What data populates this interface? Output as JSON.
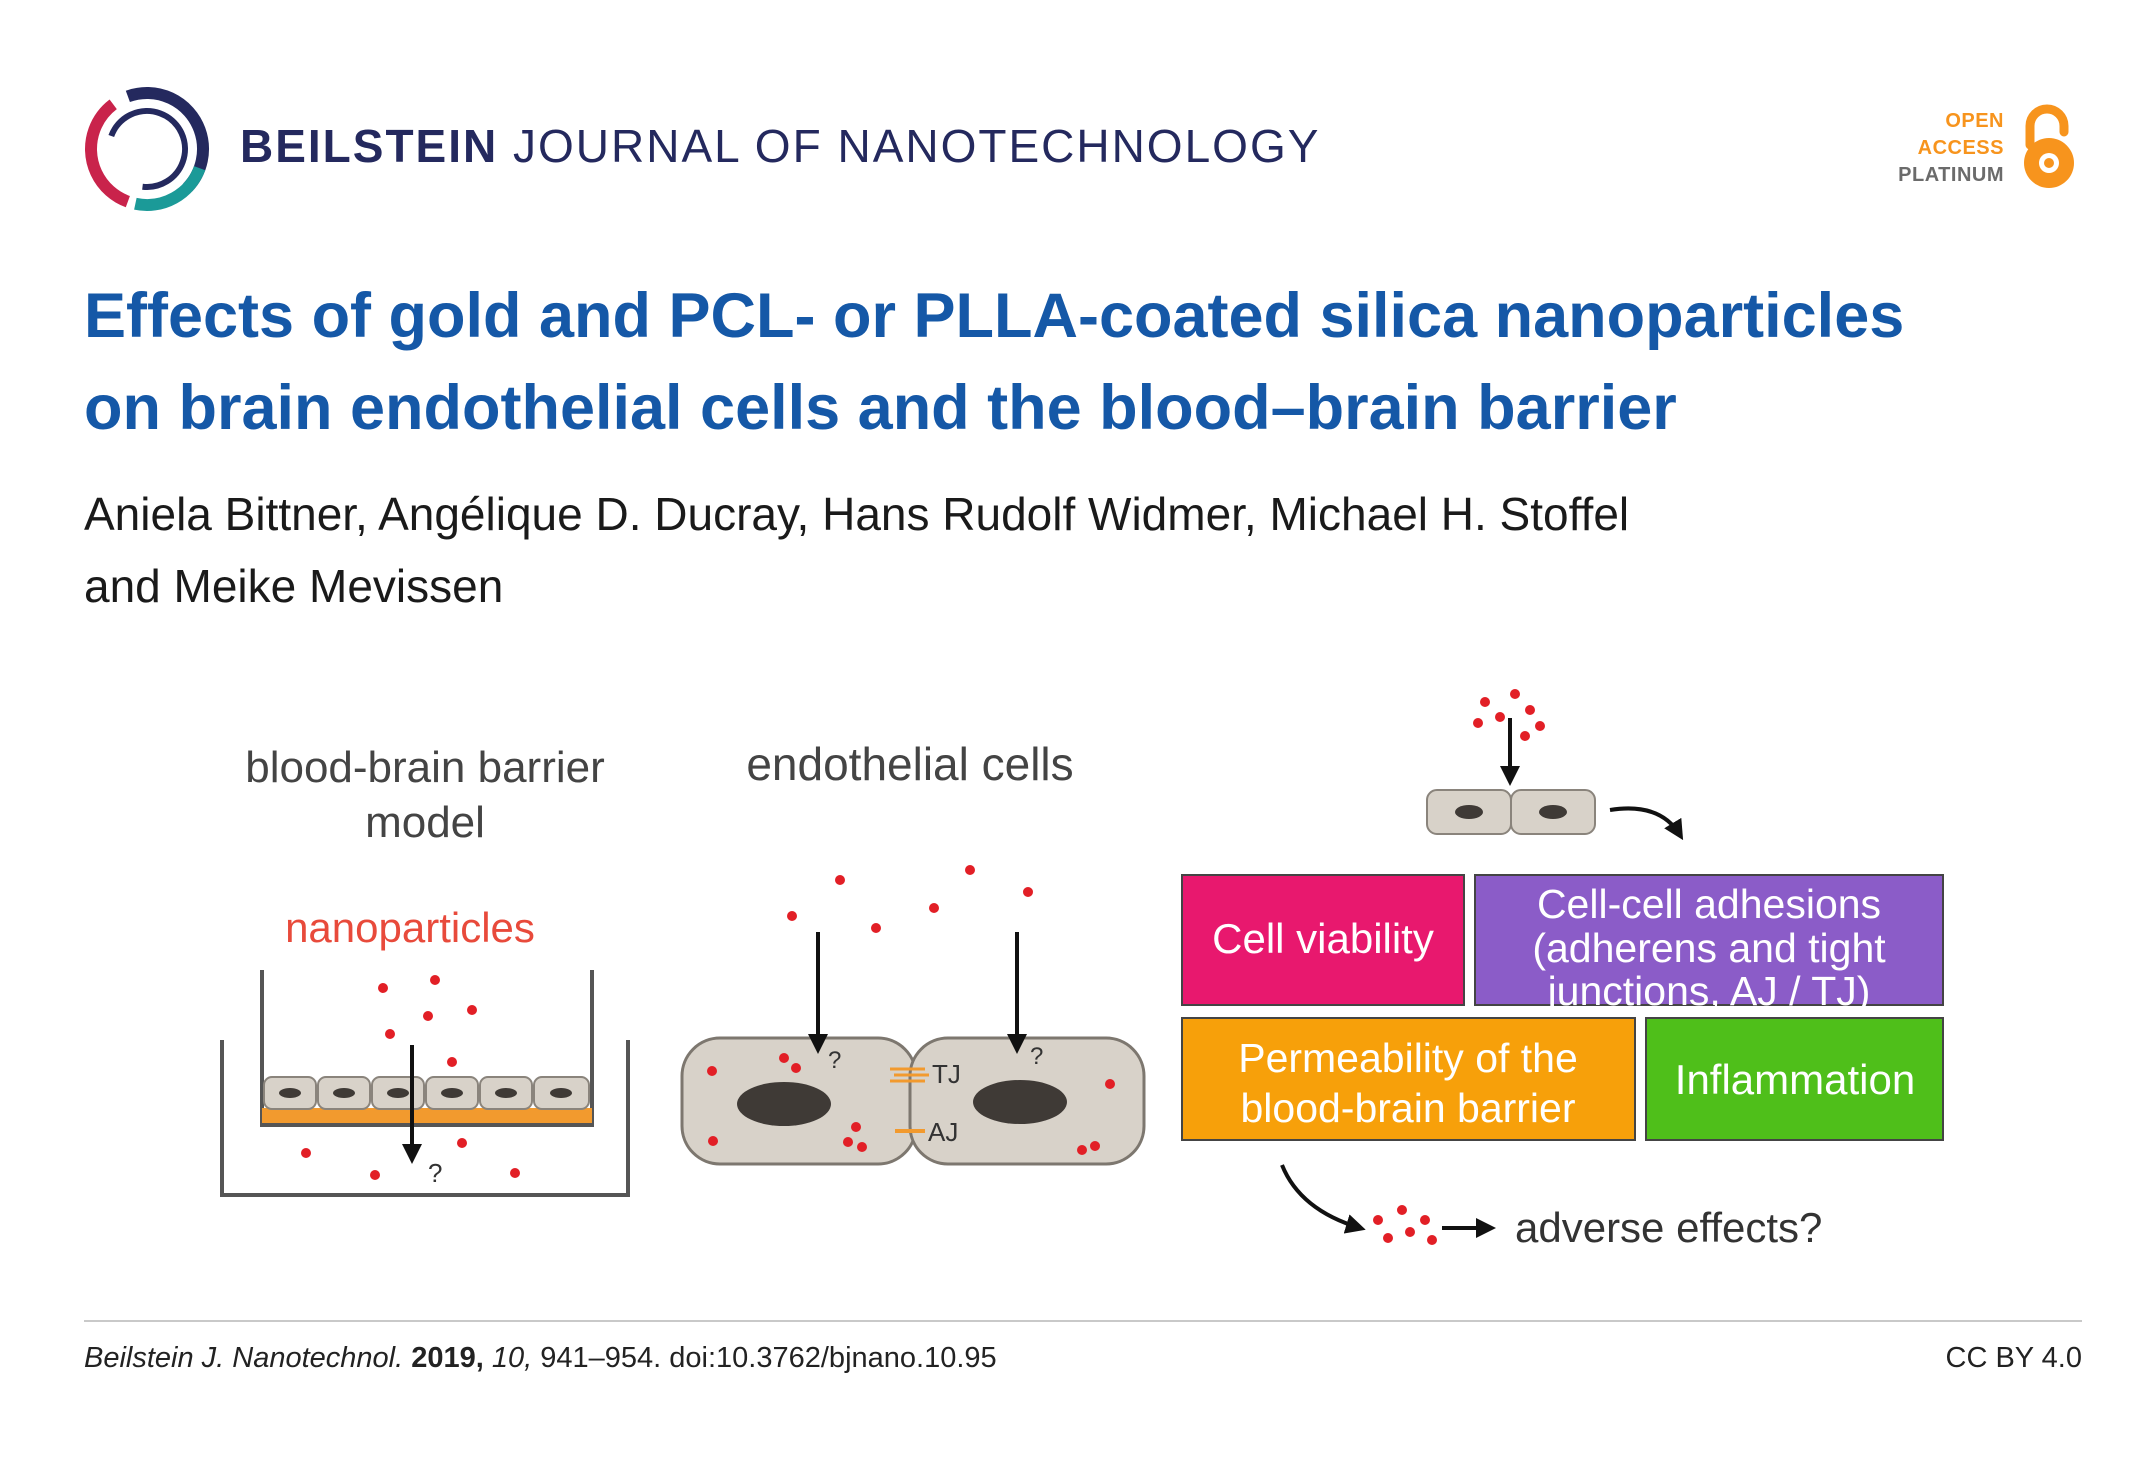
{
  "header": {
    "journal_brand": "BEILSTEIN",
    "journal_rest": "JOURNAL OF NANOTECHNOLOGY",
    "oa_badge": {
      "line1": "OPEN",
      "line2": "ACCESS",
      "line3": "PLATINUM"
    },
    "colors": {
      "brand_navy": "#24295e",
      "oa_orange": "#f7941d",
      "oa_gray": "#6b6b6b"
    }
  },
  "article": {
    "title_line1": "Effects of gold and PCL- or PLLA-coated silica nanoparticles",
    "title_line2": "on brain endothelial cells and the blood–brain barrier",
    "authors_line1": "Aniela Bittner, Angélique D. Ducray, Hans Rudolf Widmer, Michael H. Stoffel",
    "authors_line2": "and Meike Mevissen",
    "title_color": "#1558a7"
  },
  "figure": {
    "bbb_label_line1": "blood-brain barrier",
    "bbb_label_line2": "model",
    "nanoparticles_label": "nanoparticles",
    "question_mark": "?",
    "endothelial_label": "endothelial cells",
    "tj_label": "TJ",
    "aj_label": "AJ",
    "cell_viability": "Cell viability",
    "adhesions_line1": "Cell-cell adhesions",
    "adhesions_line2": "(adherens and tight",
    "adhesions_line3": "junctions, AJ / TJ)",
    "permeability_line1": "Permeability of the",
    "permeability_line2": "blood-brain barrier",
    "inflammation": "Inflammation",
    "adverse_effects": "adverse effects?",
    "colors": {
      "particle_red": "#e21f26",
      "cell_fill": "#d8d2c9",
      "nucleus": "#3f3a36",
      "membrane_orange": "#f29a2e",
      "box_viability": "#e8186e",
      "box_adhesions": "#8b5cc8",
      "box_permeability": "#f7a00a",
      "box_inflammation": "#4fbf1a"
    }
  },
  "footer": {
    "journal_abbrev": "Beilstein J. Nanotechnol.",
    "year": "2019,",
    "volume": "10,",
    "pages_doi": "941–954. doi:10.3762/bjnano.10.95",
    "license": "CC BY 4.0"
  }
}
